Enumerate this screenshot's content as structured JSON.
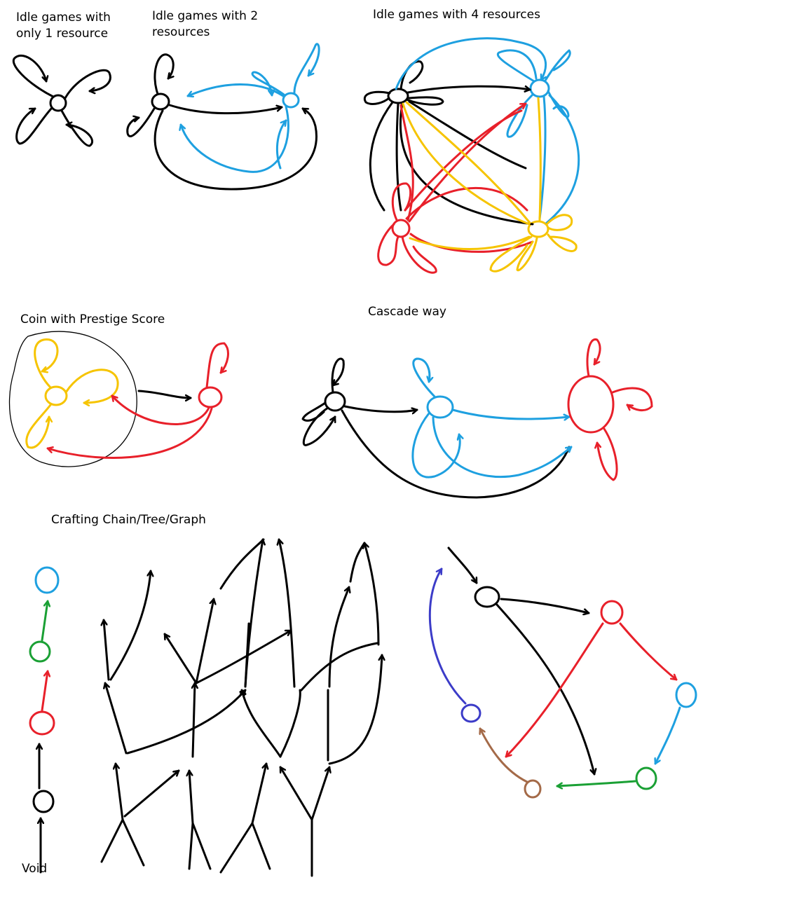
{
  "labels": {
    "one_resource": "Idle games with\nonly 1 resource",
    "two_resources": "Idle games with 2\nresources",
    "four_resources": "Idle games with 4 resources",
    "prestige": "Coin with Prestige Score",
    "cascade": "Cascade way",
    "crafting": "Crafting Chain/Tree/Graph",
    "void": "Void"
  },
  "colors": {
    "black": "#000000",
    "blue": "#1ea0e0",
    "red": "#e8202a",
    "yellow": "#f6c400",
    "green": "#1aa034",
    "purple": "#3c3cc8",
    "brown": "#a46a48"
  }
}
